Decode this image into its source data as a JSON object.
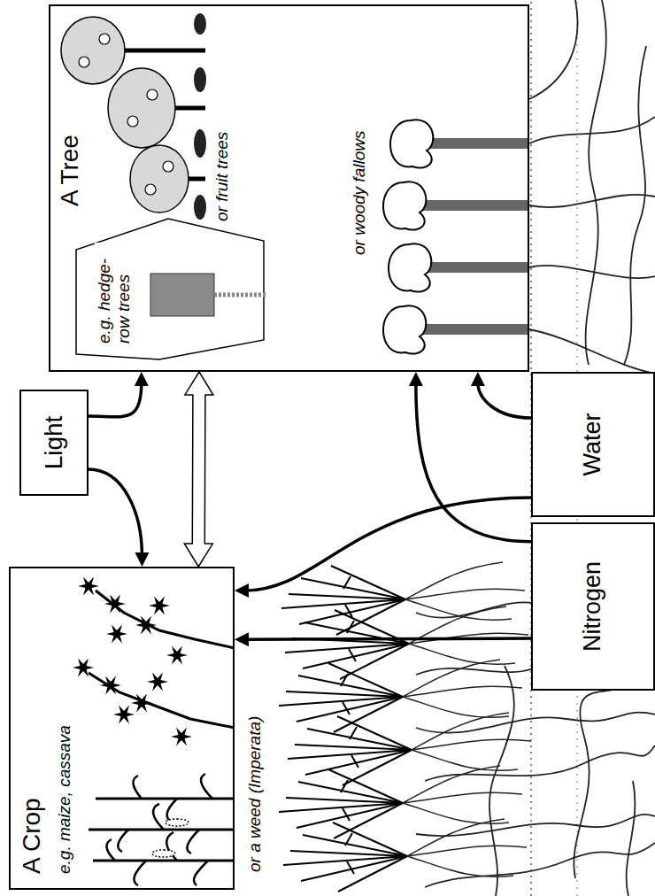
{
  "diagram": {
    "nodes": [
      {
        "text": [
          "Light"
        ]
      },
      {
        "text": [
          "A Crop",
          "e.g. maize, cassava",
          "or a weed (Imperata)"
        ]
      },
      {
        "text": [
          "A Tree",
          "e.g. hedge- row trees",
          "or fruit trees",
          "or woody fallows"
        ]
      },
      {
        "text": [
          "Nitrogen"
        ]
      },
      {
        "text": [
          "Water"
        ]
      }
    ],
    "edges": [
      {
        "from": 0,
        "to": 1,
        "arrow": "to"
      },
      {
        "from": 0,
        "to": 2,
        "arrow": "to"
      },
      {
        "from": 1,
        "to": 2,
        "arrow": "both"
      },
      {
        "from": 3,
        "to": 1,
        "arrow": "to"
      },
      {
        "from": 3,
        "to": 2,
        "arrow": "to"
      },
      {
        "from": 4,
        "to": 1,
        "arrow": "to"
      },
      {
        "from": 4,
        "to": 2,
        "arrow": "to"
      }
    ]
  }
}
